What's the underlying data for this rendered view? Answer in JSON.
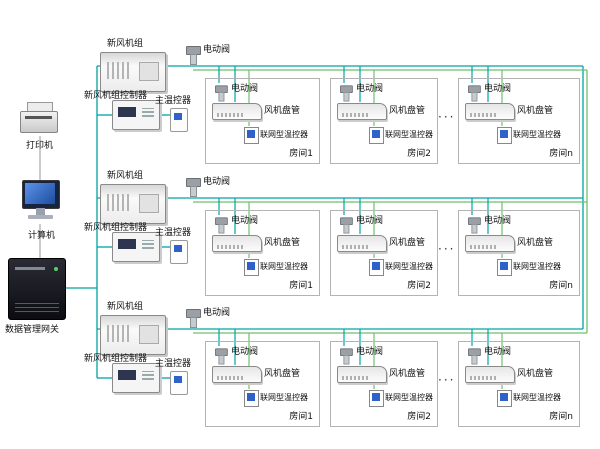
{
  "left": {
    "printer_label": "打印机",
    "computer_label": "计算机",
    "gateway_label": "数据管理网关"
  },
  "labels": {
    "ahu": "新风机组",
    "ahu_controller": "新风机组控制器",
    "main_thermostat": "主温控器",
    "valve": "电动阀",
    "fan_coil": "风机盘管",
    "net_thermostat": "联网型温控器",
    "ellipsis": "···"
  },
  "rows": [
    {
      "rooms": [
        {
          "name": "房间1"
        },
        {
          "name": "房间2"
        },
        {
          "name": "房间n"
        }
      ]
    },
    {
      "rooms": [
        {
          "name": "房间1"
        },
        {
          "name": "房间2"
        },
        {
          "name": "房间n"
        }
      ]
    },
    {
      "rooms": [
        {
          "name": "房间1"
        },
        {
          "name": "房间2"
        },
        {
          "name": "房间n"
        }
      ]
    }
  ],
  "colors": {
    "bus_teal": "#00a3a3",
    "bus_green": "#6fc06f",
    "gateway_body": "#14141c",
    "screen_blue": "#2f62c9"
  }
}
